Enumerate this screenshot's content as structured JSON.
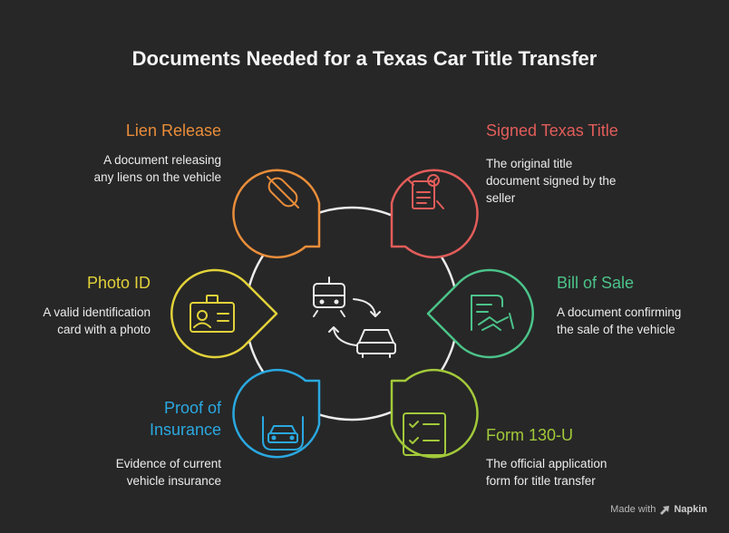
{
  "title": "Documents Needed for a Texas Car Title Transfer",
  "colors": {
    "lien": "#e98d3a",
    "signed": "#e25d5a",
    "photo": "#e2d23a",
    "bill": "#4cc38a",
    "insurance": "#2aa8e0",
    "form": "#a2c93a",
    "ring": "#ececec"
  },
  "items": {
    "lien": {
      "label": "Lien Release",
      "desc": [
        "A document releasing",
        "any liens on the vehicle"
      ],
      "icon": "unlink-icon"
    },
    "signed": {
      "label": "Signed Texas Title",
      "desc": [
        "The original title",
        "document signed by the",
        "seller"
      ],
      "icon": "signed-document-icon"
    },
    "photo": {
      "label": "Photo ID",
      "desc": [
        "A valid identification",
        "card with a photo"
      ],
      "icon": "id-card-icon"
    },
    "bill": {
      "label": "Bill of Sale",
      "desc": [
        "A document confirming",
        "the sale of the vehicle"
      ],
      "icon": "handshake-contract-icon"
    },
    "insurance": {
      "label_lines": [
        "Proof of",
        "Insurance"
      ],
      "desc": [
        "Evidence of current",
        "vehicle insurance"
      ],
      "icon": "insured-car-icon"
    },
    "form": {
      "label": "Form 130-U",
      "desc": [
        "The official application",
        "form for title transfer"
      ],
      "icon": "checklist-icon"
    }
  },
  "center_icon": "vehicle-transfer-icon",
  "footer": {
    "prefix": "Made with",
    "brand": "Napkin"
  }
}
